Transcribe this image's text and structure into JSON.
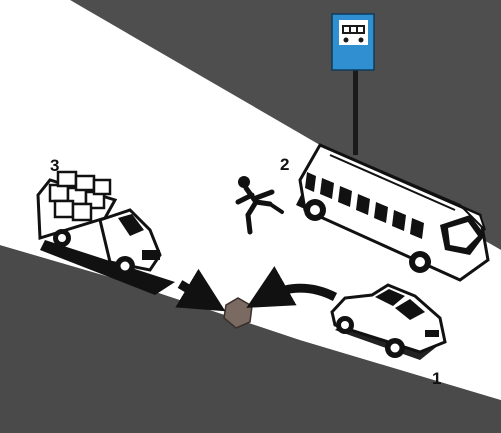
{
  "labels": {
    "car": "1",
    "bus": "2",
    "truck": "3"
  },
  "sign": {
    "icon": "bus-icon",
    "color": "#2f8fd0"
  },
  "colors": {
    "road": "#4a4a4a",
    "sidewalk": "#ffffff",
    "ink": "#111111",
    "ball": "#7a6a62"
  }
}
